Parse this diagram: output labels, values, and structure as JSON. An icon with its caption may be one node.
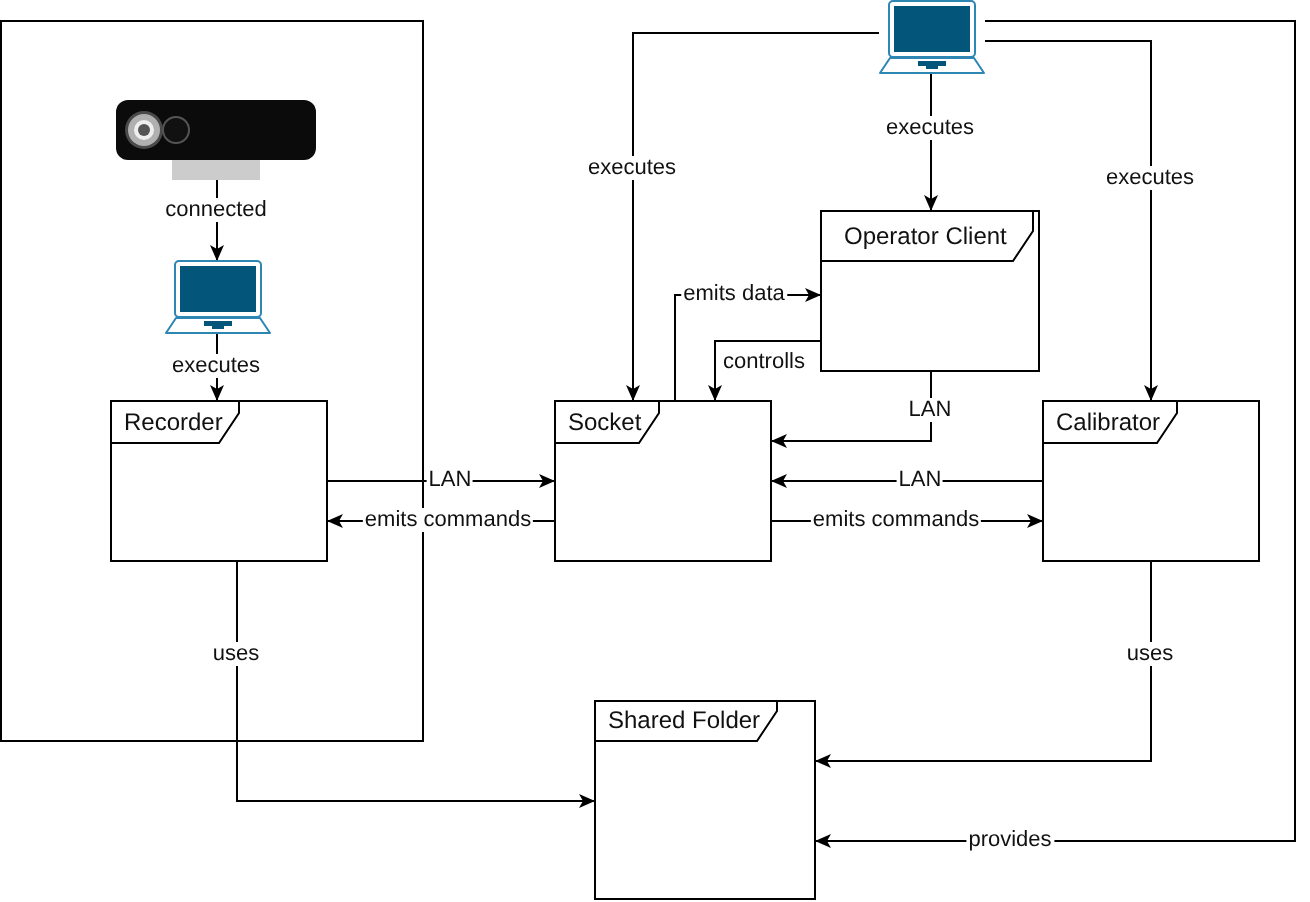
{
  "diagram": {
    "nodes": [
      {
        "text": [],
        "shape": "box"
      },
      {
        "text": [],
        "shape": "picture",
        "in": 0
      },
      {
        "text": [],
        "shape": "picture",
        "in": 0
      },
      {
        "text": [
          "Recorder"
        ],
        "in": 0
      },
      {
        "text": [],
        "shape": "picture"
      },
      {
        "text": [
          "Operator Client"
        ]
      },
      {
        "text": [
          "Socket"
        ]
      },
      {
        "text": [
          "Calibrator"
        ]
      },
      {
        "text": [
          "Shared Folder"
        ]
      }
    ],
    "edges": [
      {
        "from": 1,
        "to": 2,
        "arrow": "to",
        "label": "connected"
      },
      {
        "from": 2,
        "to": 3,
        "arrow": "to",
        "label": "executes"
      },
      {
        "from": 3,
        "to": 6,
        "arrow": "to",
        "label": "LAN"
      },
      {
        "from": 6,
        "to": 3,
        "arrow": "to",
        "label": "emits commands"
      },
      {
        "from": 4,
        "to": 6,
        "arrow": "to",
        "label": "executes"
      },
      {
        "from": 4,
        "to": 5,
        "arrow": "to",
        "label": "executes"
      },
      {
        "from": 4,
        "to": 7,
        "arrow": "to",
        "label": "executes"
      },
      {
        "from": 4,
        "to": 8,
        "arrow": "to",
        "label": "provides"
      },
      {
        "from": 6,
        "to": 5,
        "arrow": "to",
        "label": "emits data"
      },
      {
        "from": 5,
        "to": 6,
        "arrow": "to",
        "label": "controlls"
      },
      {
        "from": 5,
        "to": 6,
        "arrow": "to",
        "label": "LAN"
      },
      {
        "from": 7,
        "to": 6,
        "arrow": "to",
        "label": "LAN"
      },
      {
        "from": 6,
        "to": 7,
        "arrow": "to",
        "label": "emits commands"
      },
      {
        "from": 3,
        "to": 8,
        "arrow": "to",
        "label": "uses"
      },
      {
        "from": 7,
        "to": 8,
        "arrow": "to",
        "label": "uses"
      }
    ]
  }
}
